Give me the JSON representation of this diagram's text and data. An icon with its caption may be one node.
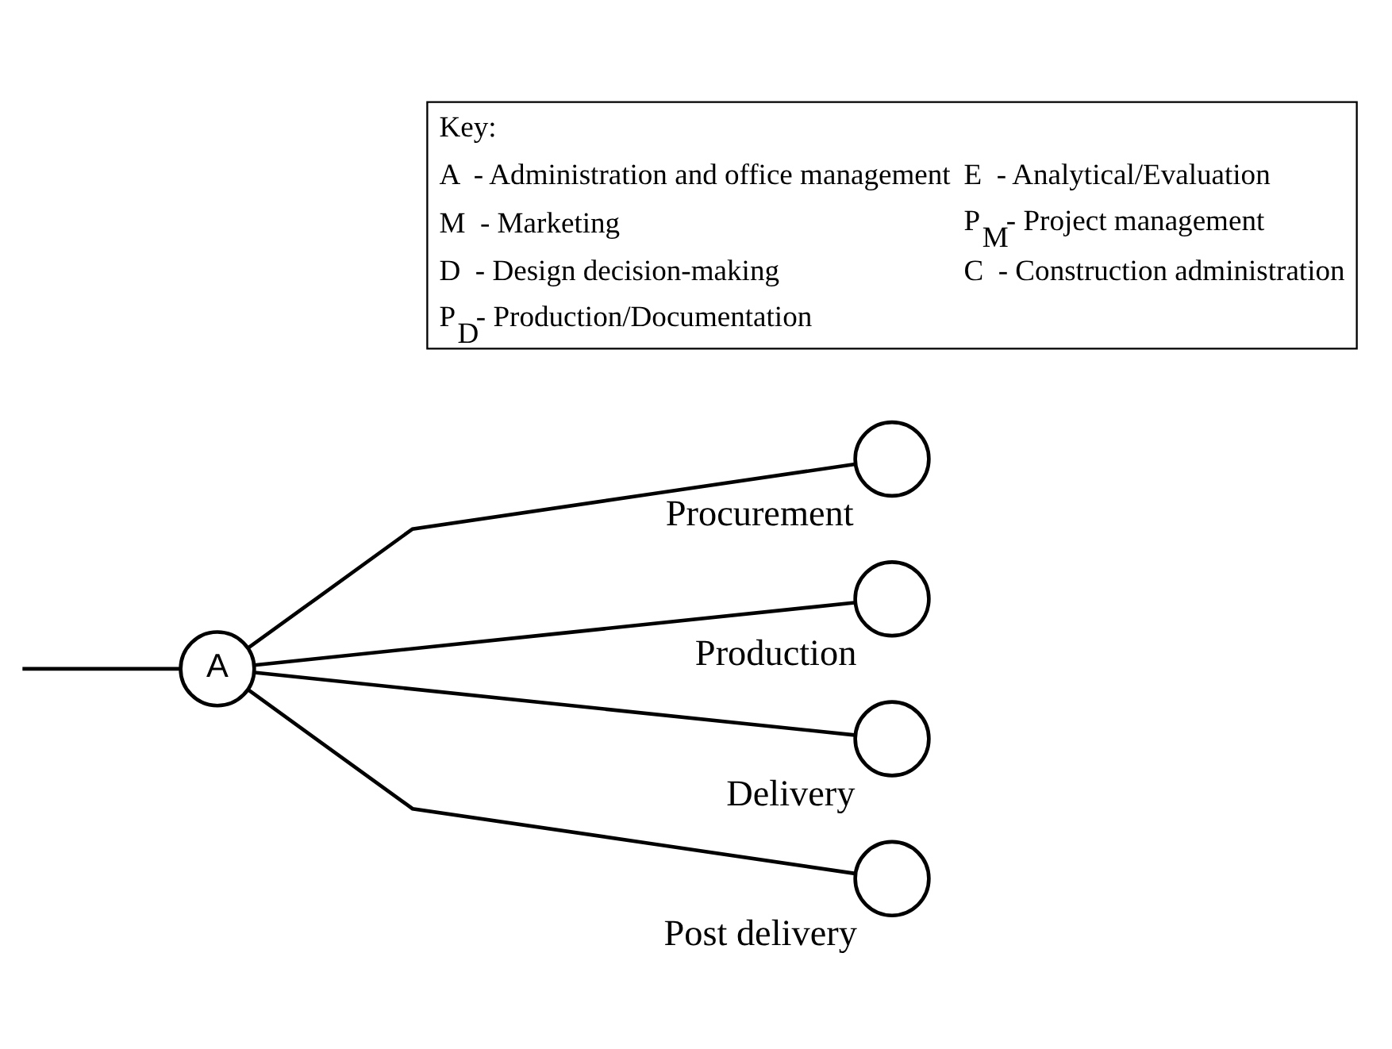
{
  "diagram": {
    "nodes": [
      {
        "text": [
          "A"
        ]
      },
      {
        "text": [],
        "shape": "circle",
        "beside": [
          "Procurement"
        ]
      },
      {
        "text": [],
        "shape": "circle",
        "beside": [
          "Production"
        ]
      },
      {
        "text": [],
        "shape": "circle",
        "beside": [
          "Delivery"
        ]
      },
      {
        "text": [],
        "shape": "circle",
        "beside": [
          "Post delivery"
        ]
      }
    ],
    "edges": [
      {
        "from": null,
        "to": 0,
        "arrow": "none"
      },
      {
        "from": 0,
        "to": 1,
        "arrow": "none"
      },
      {
        "from": 0,
        "to": 2,
        "arrow": "none"
      },
      {
        "from": 0,
        "to": 3,
        "arrow": "none"
      },
      {
        "from": 0,
        "to": 4,
        "arrow": "none"
      }
    ],
    "labels": [
      "Key:",
      "A  - Administration and office management",
      "M  - Marketing",
      "D  - Design decision-making",
      "P$_{D}$- Production/Documentation",
      "E  - Analytical/Evaluation",
      "P$_{M}$- Project management",
      "C  - Construction administration"
    ]
  }
}
